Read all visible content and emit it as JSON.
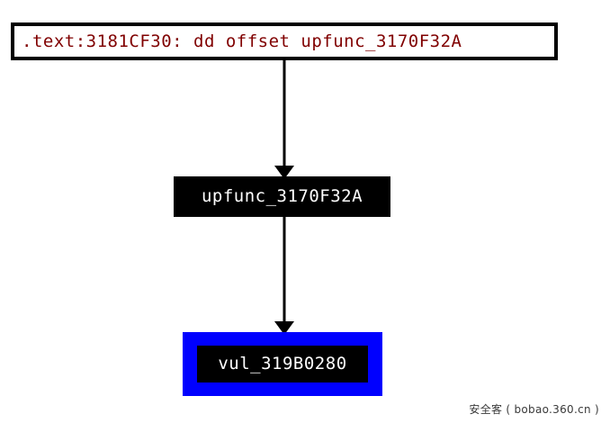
{
  "graph": {
    "title": "xref-callgraph",
    "background_color": "#ffffff",
    "nodes": [
      {
        "id": "xref",
        "label": ".text:3181CF30: dd offset upfunc_3170F32A",
        "style": "boxed-white",
        "text_color": "#800000",
        "border_color": "#000000",
        "fill_color": "#ffffff"
      },
      {
        "id": "upfunc",
        "label": "upfunc_3170F32A",
        "style": "solid-black",
        "text_color": "#ffffff",
        "fill_color": "#000000"
      },
      {
        "id": "vul",
        "label": "vul_319B0280",
        "style": "highlight-blue",
        "text_color": "#ffffff",
        "fill_color": "#000000",
        "highlight_color": "#0000ff"
      }
    ],
    "edges": [
      {
        "from": "xref",
        "to": "upfunc",
        "arrow": "down"
      },
      {
        "from": "upfunc",
        "to": "vul",
        "arrow": "down"
      }
    ]
  },
  "watermark": {
    "text": "安全客 ( bobao.360.cn )"
  }
}
